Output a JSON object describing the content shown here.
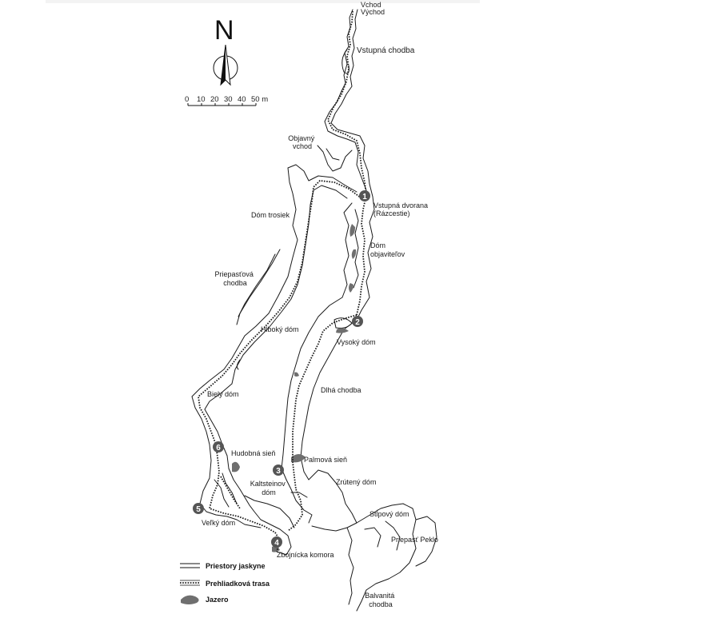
{
  "map": {
    "north_letter": "N",
    "scale": {
      "ticks": [
        "0",
        "10",
        "20",
        "30",
        "40",
        "50 m"
      ]
    },
    "labels": [
      {
        "id": "vchod",
        "lines": [
          "Vchod",
          "Východ"
        ]
      },
      {
        "id": "vstupna-chodba",
        "lines": [
          "Vstupná chodba"
        ]
      },
      {
        "id": "objavny-vchod",
        "lines": [
          "Objavný",
          "vchod"
        ]
      },
      {
        "id": "vstupna-dvorana",
        "lines": [
          "Vstupná dvorana",
          "(Rázcestie)"
        ]
      },
      {
        "id": "dom-trosiek",
        "lines": [
          "Dóm trosiek"
        ]
      },
      {
        "id": "dom-objavitelov",
        "lines": [
          "Dóm",
          "objaviteľov"
        ]
      },
      {
        "id": "priepastova-chodba",
        "lines": [
          "Priepasťová",
          "chodba"
        ]
      },
      {
        "id": "hlboky-dom",
        "lines": [
          "Hlboký dóm"
        ]
      },
      {
        "id": "vysoky-dom",
        "lines": [
          "Vysoký dóm"
        ]
      },
      {
        "id": "dlha-chodba",
        "lines": [
          "Dlhá chodba"
        ]
      },
      {
        "id": "biely-dom",
        "lines": [
          "Biely dóm"
        ]
      },
      {
        "id": "hudobna-sien",
        "lines": [
          "Hudobná sieň"
        ]
      },
      {
        "id": "palmova-sien",
        "lines": [
          "Palmová sieň"
        ]
      },
      {
        "id": "kaltsteinov-dom",
        "lines": [
          "Kaltsteinov",
          "dóm"
        ]
      },
      {
        "id": "zruteny-dom",
        "lines": [
          "Zrútený dóm"
        ]
      },
      {
        "id": "stlpovy-dom",
        "lines": [
          "Stĺpový dóm"
        ]
      },
      {
        "id": "velky-dom",
        "lines": [
          "Veľký dóm"
        ]
      },
      {
        "id": "priepast-peklo",
        "lines": [
          "Priepasť Peklo"
        ]
      },
      {
        "id": "zbojnicka-komora",
        "lines": [
          "Zbojnícka komora"
        ]
      },
      {
        "id": "balvanita-chodba",
        "lines": [
          "Balvanitá",
          "chodba"
        ]
      }
    ],
    "stops": [
      "1",
      "2",
      "3",
      "4",
      "5",
      "6"
    ]
  },
  "legend": {
    "cave_spaces": "Priestory jaskyne",
    "tour_route": "Prehliadková trasa",
    "lake": "Jazero"
  },
  "colors": {
    "ink": "#1a1a1a",
    "lake": "#6f6f6f",
    "stop_marker": "#555555"
  }
}
